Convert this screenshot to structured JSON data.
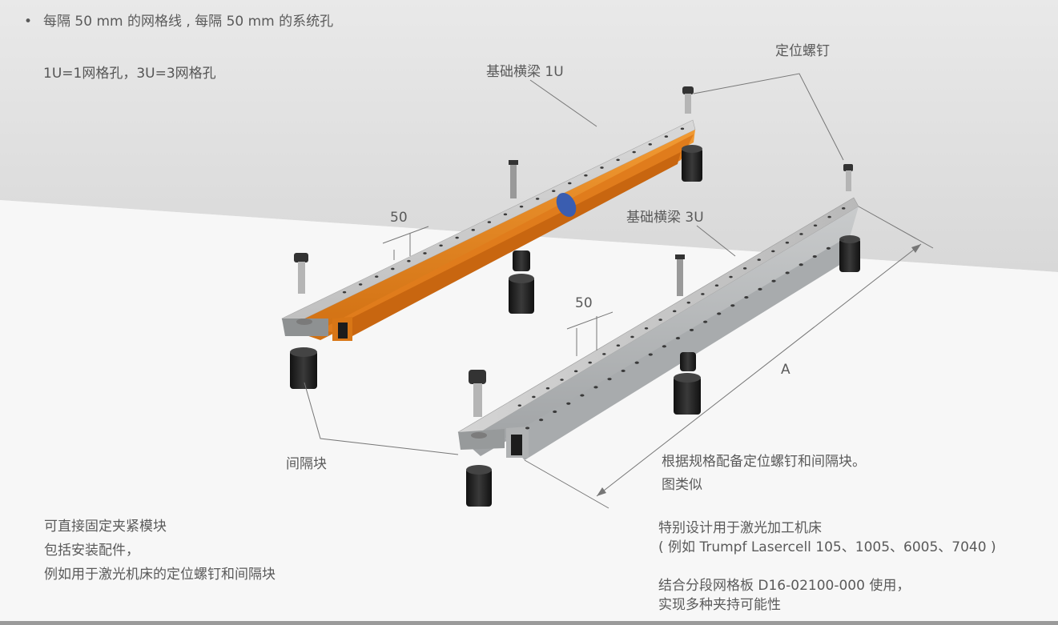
{
  "header": {
    "bullet": "•",
    "grid_line": "每隔 50 mm 的网格线 , 每隔 50 mm 的系统孔",
    "grid_units": "1U=1网格孔，3U=3网格孔"
  },
  "labels": {
    "beam_1u": "基础横梁 1U",
    "beam_3u": "基础横梁 3U",
    "locating_screw": "定位螺钉",
    "spacer": "间隔块",
    "dim_50_a": "50",
    "dim_50_b": "50",
    "dim_a": "A"
  },
  "notes_right": {
    "line1": "根据规格配备定位螺钉和间隔块。",
    "line2": "图类似",
    "line3": "特别设计用于激光加工机床",
    "line4": "( 例如 Trumpf Lasercell 105、1005、6005、7040 )",
    "line5": "结合分段网格板 D16-02100-000 使用，",
    "line6": "实现多种夹持可能性"
  },
  "notes_left": {
    "line1": "可直接固定夹紧模块",
    "line2": "包括安装配件，",
    "line3": "例如用于激光机床的定位螺钉和间隔块"
  },
  "colors": {
    "orange_beam": "#e88a2a",
    "steel_beam": "#c8cacb",
    "spacer_black": "#1e1e1e"
  }
}
